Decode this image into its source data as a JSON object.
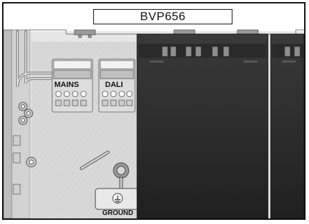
{
  "header": {
    "model": "BVP656"
  },
  "terminals": [
    {
      "label": "MAINS"
    },
    {
      "label": "DALI"
    }
  ],
  "ground": {
    "label": "GROUND"
  }
}
